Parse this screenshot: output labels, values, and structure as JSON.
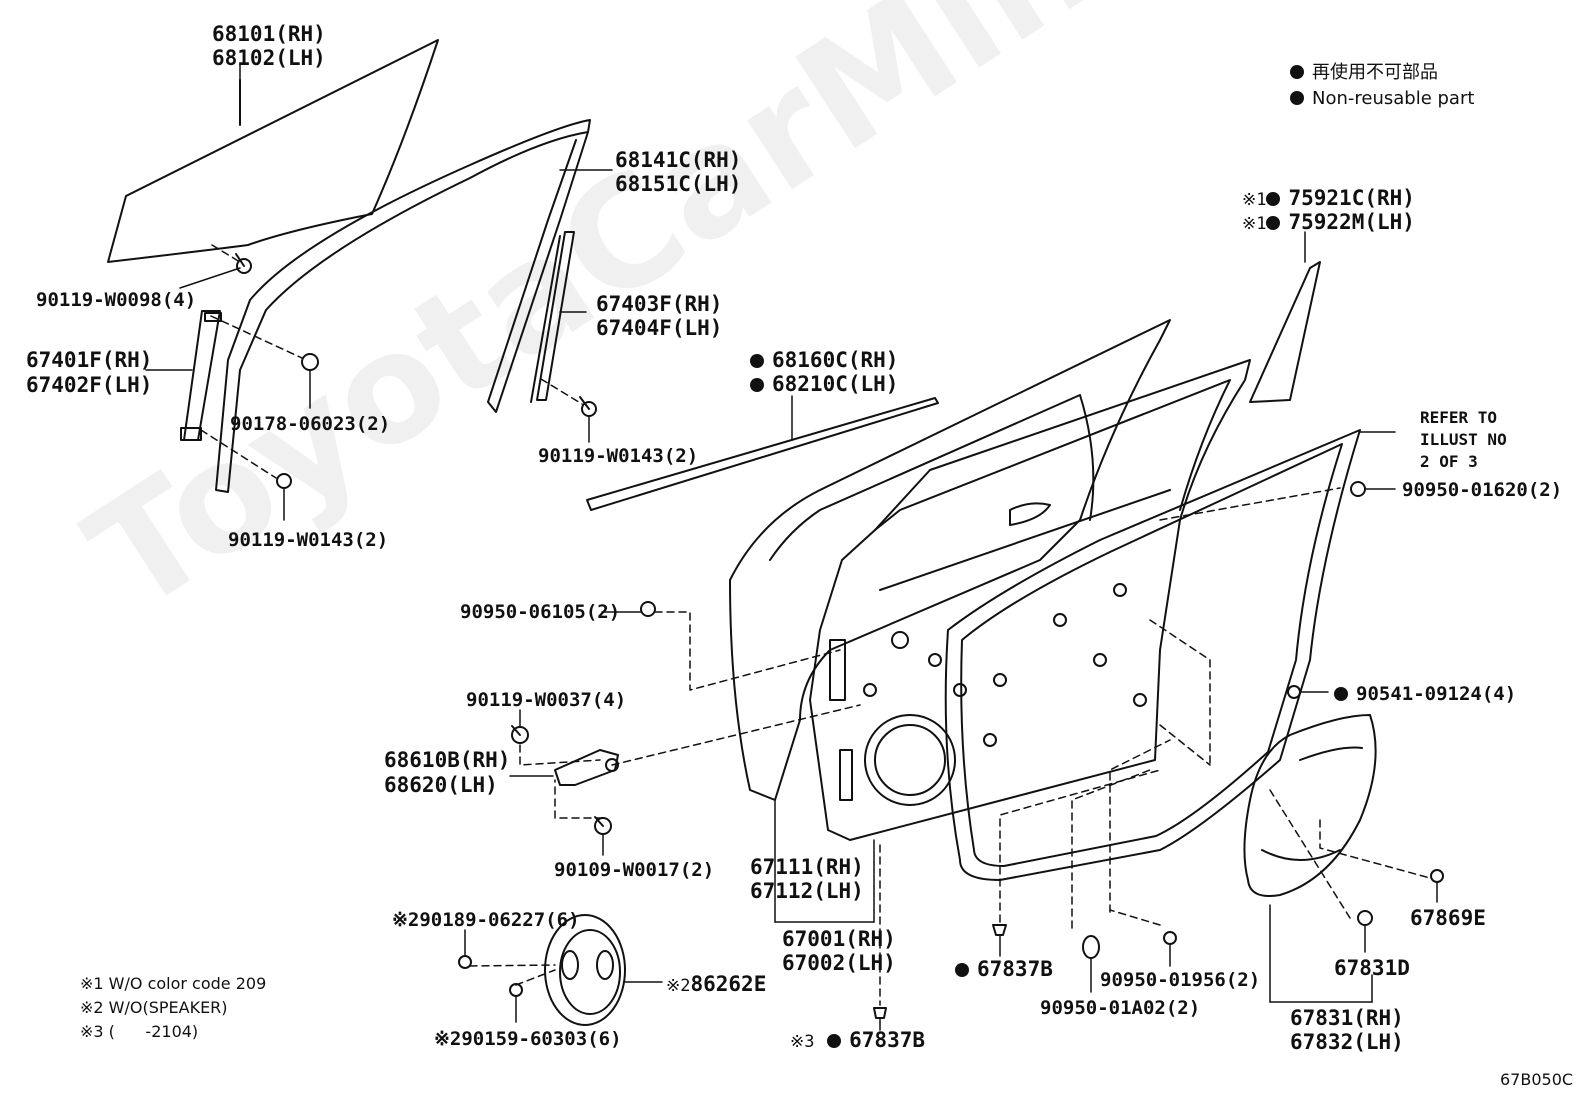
{
  "watermark": "ToyotaCarMiner.ru",
  "legend": {
    "jp": "再使用不可部品",
    "en": "Non-reusable part"
  },
  "diagram_code": "67B050C",
  "notes": [
    "※1 W/O color code 209",
    "※2 W/O(SPEAKER)",
    "※3 (      -2104)"
  ],
  "refer": [
    "REFER TO",
    "ILLUST NO",
    "2 OF 3"
  ],
  "labels": {
    "glass": [
      "68101(RH)",
      "68102(LH)"
    ],
    "run_channel": [
      "68141C(RH)",
      "68151C(LH)"
    ],
    "bolt_w0098": "90119-W0098(4)",
    "front_channel": [
      "67401F(RH)",
      "67402F(LH)"
    ],
    "nut_06023": "90178-06023(2)",
    "bolt_w0143_a": "90119-W0143(2)",
    "rear_channel": [
      "67403F(RH)",
      "67404F(LH)"
    ],
    "bolt_w0143_b": "90119-W0143(2)",
    "belt_moulding": [
      "68160C(RH)",
      "68210C(LH)"
    ],
    "garnish": [
      "75921C(RH)",
      "75922M(LH)"
    ],
    "garnish_prefix": "※1",
    "clip_01620": "90950-01620(2)",
    "plug_06105": "90950-06105(2)",
    "bolt_w0037": "90119-W0037(4)",
    "check": [
      "68610B(RH)",
      "68620(LH)"
    ],
    "plug_09124": "90541-09124(4)",
    "bolt_w0017": "90109-W0017(2)",
    "panel": [
      "67111(RH)",
      "67112(LH)"
    ],
    "door_assy": [
      "67001(RH)",
      "67002(LH)"
    ],
    "clip_67869": "67869E",
    "screw_06227": "※290189-06227(6)",
    "speaker": "86262E",
    "speaker_prefix": "※2",
    "clip_67837b_a": "67837B",
    "plug_01956": "90950-01956(2)",
    "clip_67831d": "67831D",
    "plug_01a02": "90950-01A02(2)",
    "screw_60303": "※290159-60303(6)",
    "clip_67837b_b": "67837B",
    "clip_67837b_b_prefix": "※3",
    "service_hole_cover": [
      "67831(RH)",
      "67832(LH)"
    ]
  }
}
